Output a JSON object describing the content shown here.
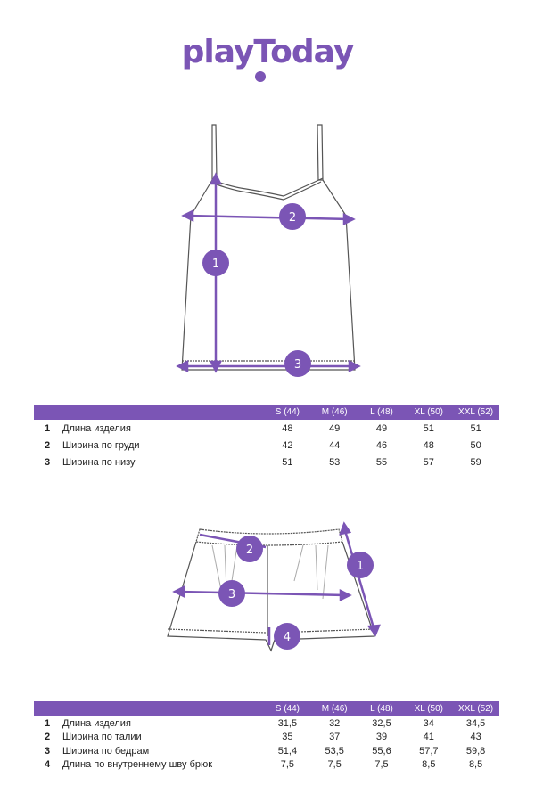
{
  "brand": {
    "logo": "playToday",
    "color": "#7b55b5"
  },
  "top": {
    "markers": [
      "1",
      "2",
      "3"
    ],
    "table": {
      "sizes": [
        "S (44)",
        "M (46)",
        "L (48)",
        "XL (50)",
        "XXL (52)"
      ],
      "rows": [
        {
          "num": "1",
          "label": "Длина изделия",
          "values": [
            "48",
            "49",
            "49",
            "51",
            "51"
          ]
        },
        {
          "num": "2",
          "label": "Ширина по груди",
          "values": [
            "42",
            "44",
            "46",
            "48",
            "50"
          ]
        },
        {
          "num": "3",
          "label": "Ширина по низу",
          "values": [
            "51",
            "53",
            "55",
            "57",
            "59"
          ]
        }
      ]
    }
  },
  "shorts": {
    "markers": [
      "1",
      "2",
      "3",
      "4"
    ],
    "table": {
      "sizes": [
        "S (44)",
        "M (46)",
        "L (48)",
        "XL (50)",
        "XXL (52)"
      ],
      "rows": [
        {
          "num": "1",
          "label": "Длина изделия",
          "values": [
            "31,5",
            "32",
            "32,5",
            "34",
            "34,5"
          ]
        },
        {
          "num": "2",
          "label": "Ширина по талии",
          "values": [
            "35",
            "37",
            "39",
            "41",
            "43"
          ]
        },
        {
          "num": "3",
          "label": "Ширина по бедрам",
          "values": [
            "51,4",
            "53,5",
            "55,6",
            "57,7",
            "59,8"
          ]
        },
        {
          "num": "4",
          "label": "Длина по внутреннему шву брюк",
          "values": [
            "7,5",
            "7,5",
            "7,5",
            "8,5",
            "8,5"
          ]
        }
      ]
    }
  }
}
